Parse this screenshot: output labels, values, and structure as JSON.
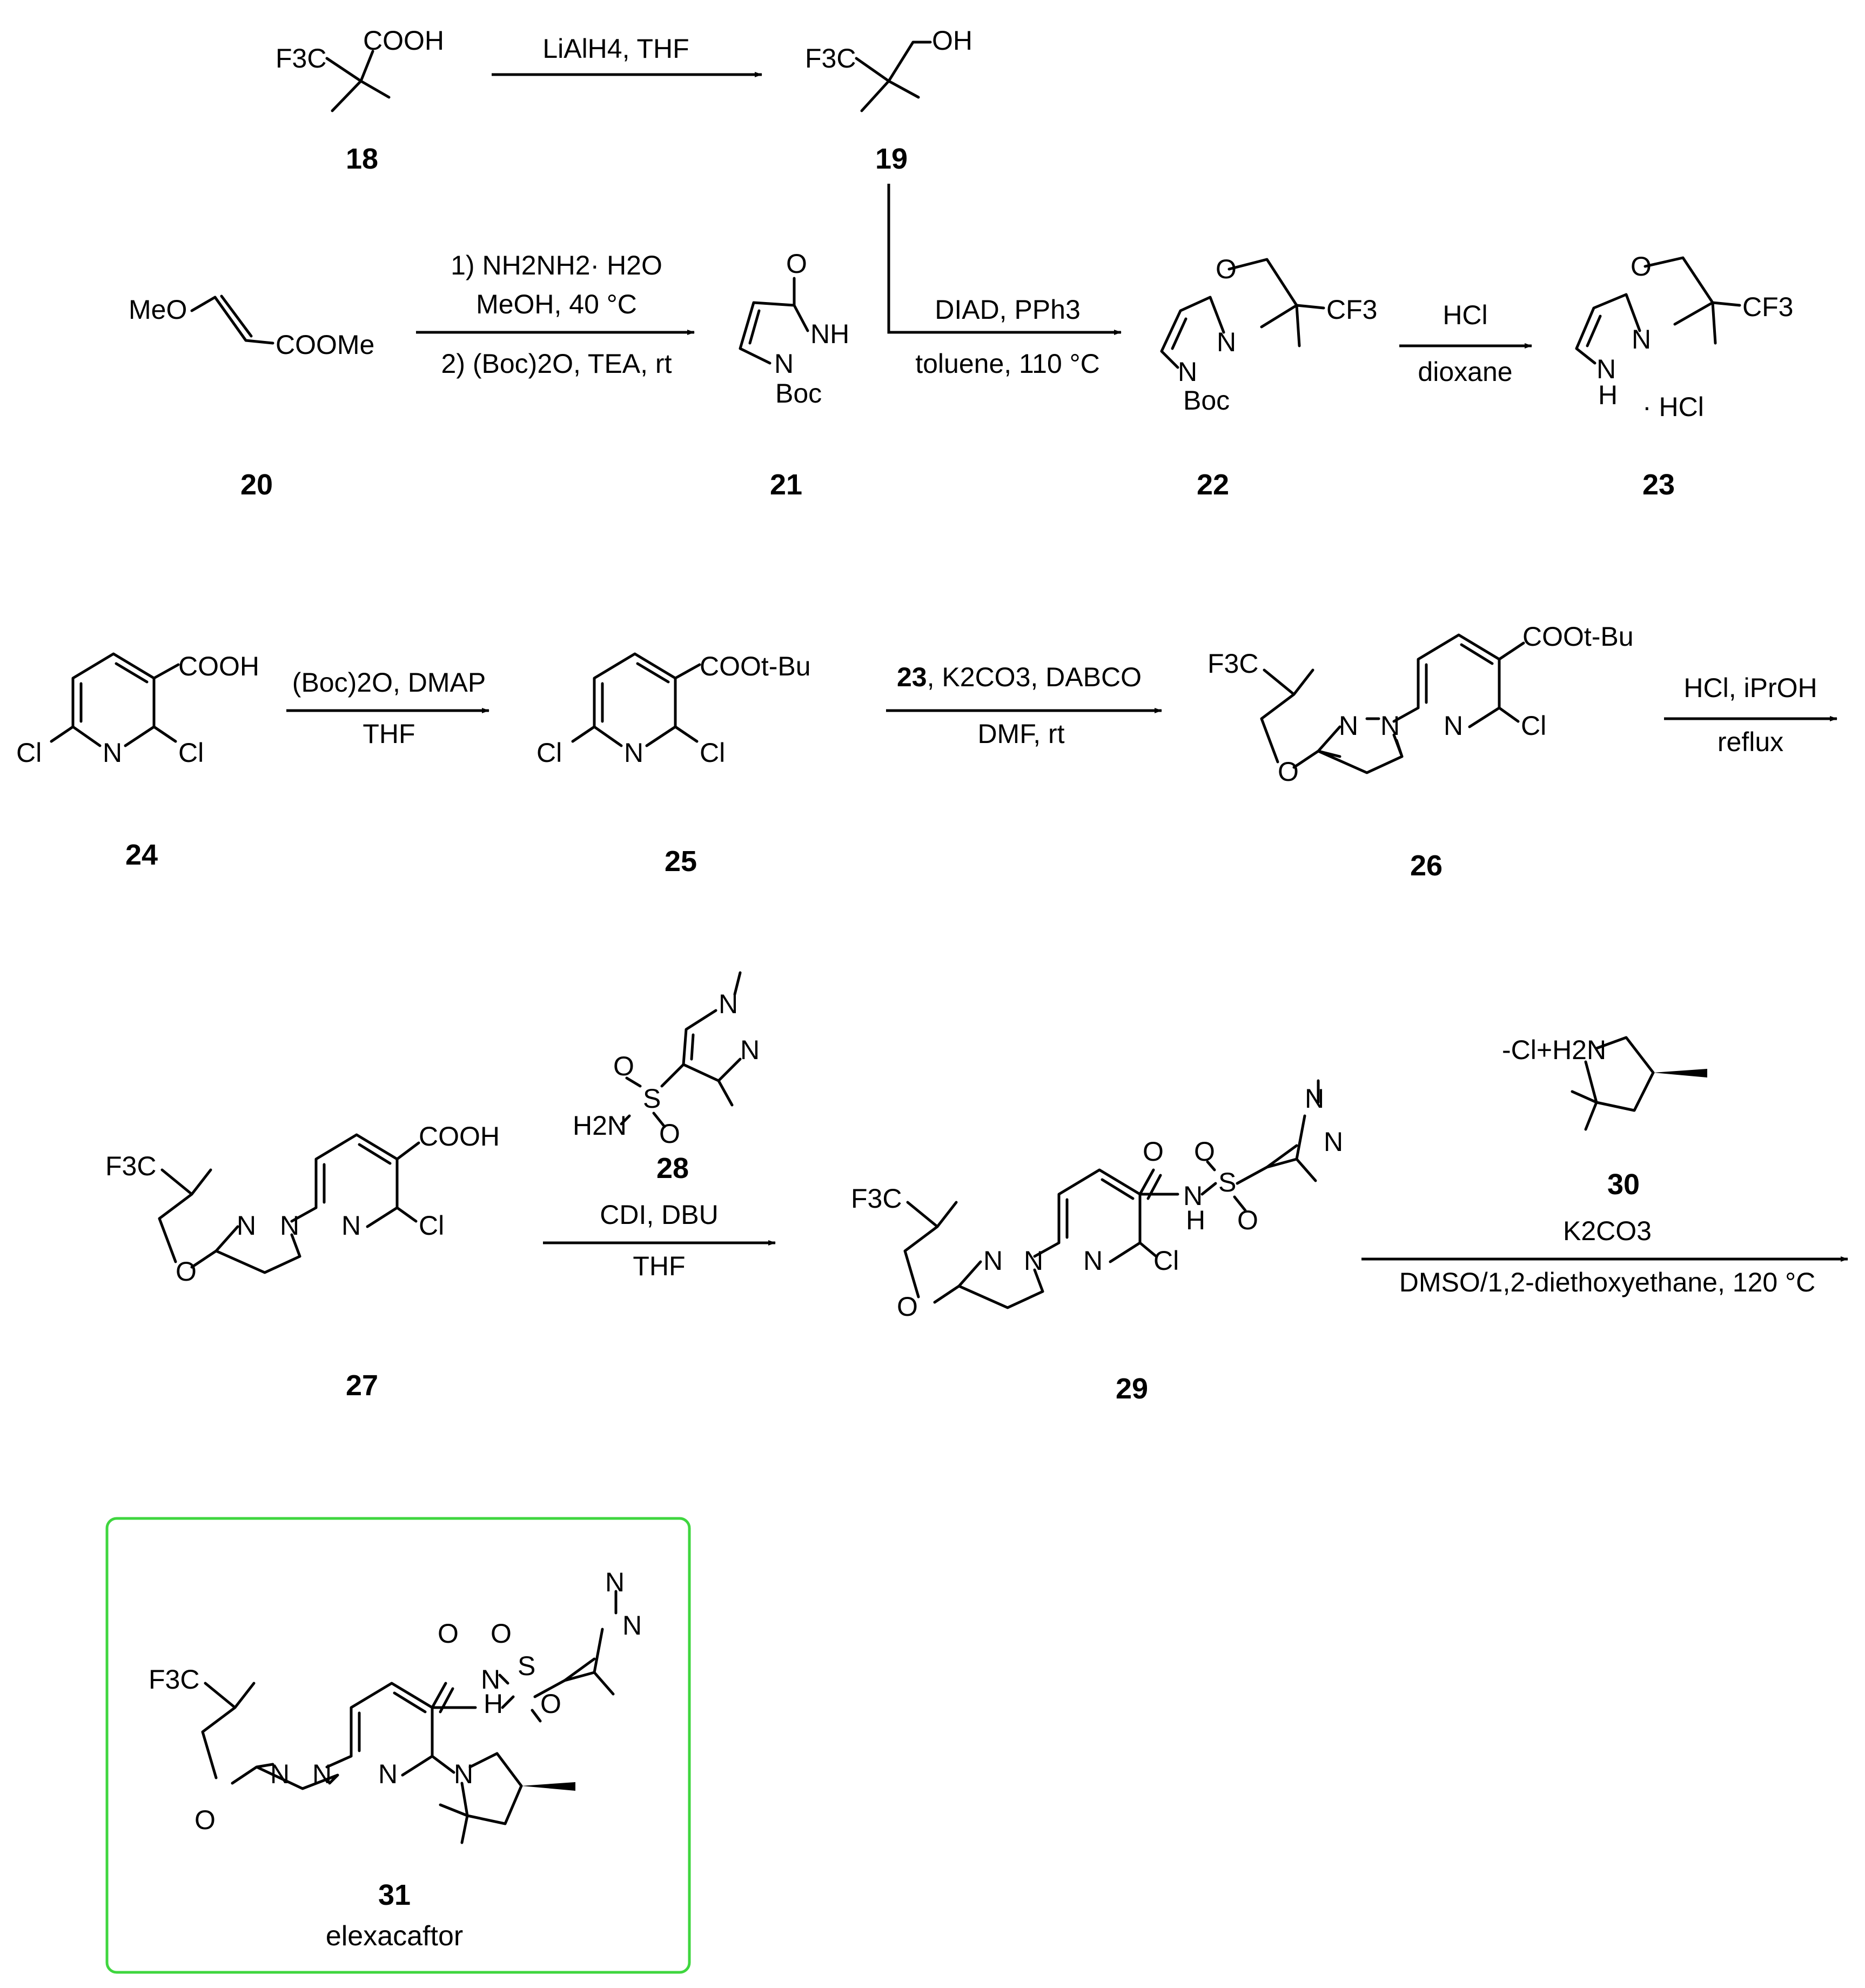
{
  "atoms": {
    "F3C": "F3C",
    "CF3": "CF3",
    "COOH": "COOH",
    "OH": "OH",
    "O": "O",
    "N": "N",
    "NH": "NH",
    "N_H": "H",
    "H": "H",
    "Boc": "Boc",
    "MeO": "MeO",
    "COOMe": "COOMe",
    "Cl": "Cl",
    "COOtBu": "COOt-Bu",
    "S": "S",
    "H2N": "H2N",
    "amine_salt": "-Cl+H2N",
    "HCl_salt": "· HCl"
  },
  "compounds": {
    "c18": "18",
    "c19": "19",
    "c20": "20",
    "c21": "21",
    "c22": "22",
    "c23": "23",
    "c24": "24",
    "c25": "25",
    "c26": "26",
    "c27": "27",
    "c28": "28",
    "c29": "29",
    "c30": "30",
    "c31": "31"
  },
  "reactions": {
    "r1": {
      "above": "LiAlH4, THF"
    },
    "r2": {
      "line1": "1) NH2NH2· H2O",
      "line2": "MeOH, 40 °C",
      "line3": "2) (Boc)2O, TEA, rt"
    },
    "r3": {
      "above": "DIAD, PPh3",
      "below": "toluene, 110 °C"
    },
    "r4": {
      "above": "HCl",
      "below": "dioxane"
    },
    "r5": {
      "above": "(Boc)2O, DMAP",
      "below": "THF"
    },
    "r6": {
      "above_num": "23",
      "above_rest": ", K2CO3, DABCO",
      "below": "DMF,  rt"
    },
    "r7": {
      "above": "HCl, iPrOH",
      "below": "reflux"
    },
    "r8": {
      "above": "CDI, DBU",
      "below": "THF"
    },
    "r9": {
      "above": "K2CO3",
      "below": "DMSO/1,2-diethoxyethane, 120 °C"
    }
  },
  "final_product": {
    "name": "elexacaftor",
    "box_color": "#3fd63f"
  }
}
